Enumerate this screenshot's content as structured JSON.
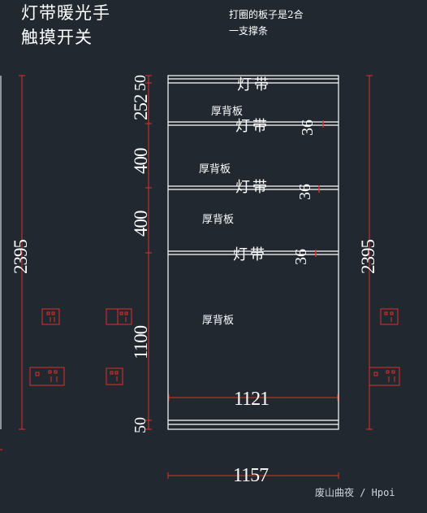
{
  "header": {
    "title_line1": "灯带暖光手",
    "title_line2": "触摸开关",
    "note_line1": "打圈的板子是2合",
    "note_line2": "一支撑条"
  },
  "shelves": {
    "led_1": "灯带",
    "led_2": "灯带",
    "led_3": "灯带",
    "led_4": "灯带",
    "back_panel_1": "厚背板",
    "back_panel_2": "厚背板",
    "back_panel_3": "厚背板",
    "back_panel_4": "厚背板",
    "depth_1": "36",
    "depth_2": "36",
    "depth_3": "36"
  },
  "dimensions": {
    "seg_top": "50",
    "seg_2": "252",
    "seg_3": "400",
    "seg_4": "400",
    "seg_5": "1100",
    "seg_bottom": "50",
    "total_height_left": "2395",
    "total_height_right": "2395",
    "inner_width": "1121",
    "outer_width": "1157"
  },
  "watermark": "废山曲夜 / Hpoi",
  "colors": {
    "background": "#212830",
    "line": "#ffffff",
    "dimension": "#e0302a"
  }
}
